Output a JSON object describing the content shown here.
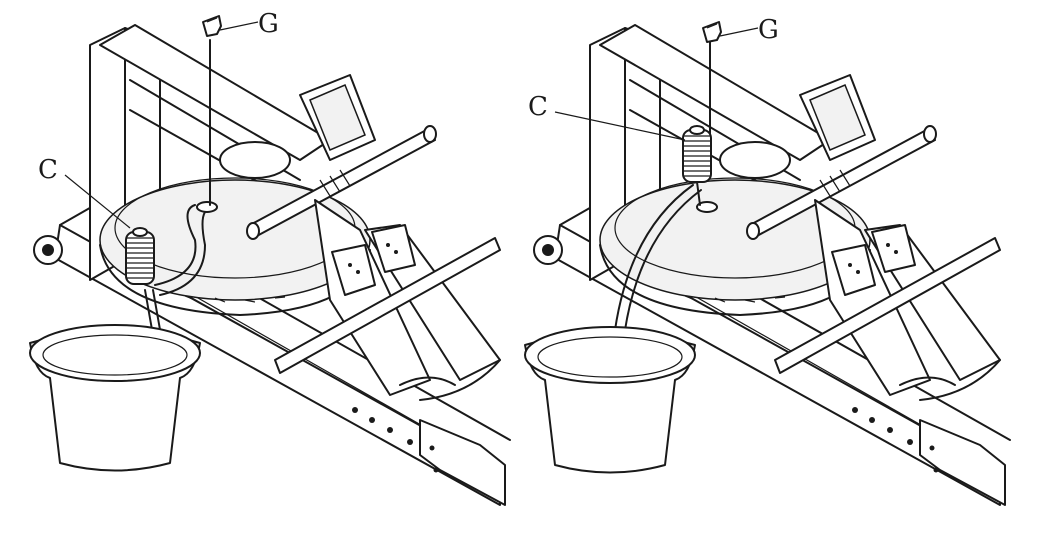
{
  "figure": {
    "panels": [
      {
        "id": "left",
        "labels": {
          "hose_clamp": "C",
          "plug": "G"
        }
      },
      {
        "id": "right",
        "labels": {
          "hose_clamp": "C",
          "plug": "G"
        }
      }
    ]
  }
}
